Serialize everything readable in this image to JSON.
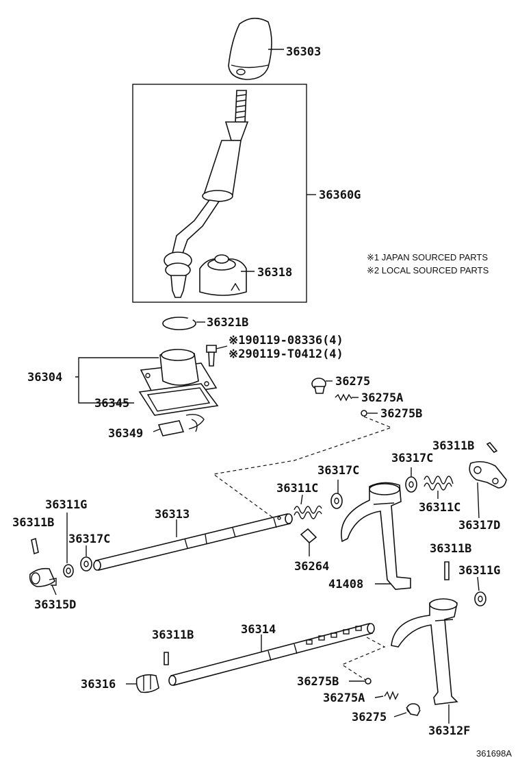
{
  "labels": {
    "p36303": "36303",
    "p36360G": "36360G",
    "p36318": "36318",
    "p36321B": "36321B",
    "bolt1": "※190119-08336(4)",
    "bolt2": "※290119-T0412(4)",
    "p36304": "36304",
    "p36345": "36345",
    "p36349": "36349",
    "p36275_top": "36275",
    "p36275A_top": "36275A",
    "p36275B_top": "36275B",
    "p36311B_topright": "36311B",
    "p36317C_right": "36317C",
    "p36317C_mid": "36317C",
    "p36311C_mid": "36311C",
    "p36311C_right": "36311C",
    "p36317D": "36317D",
    "p36311G_left": "36311G",
    "p36311B_left": "36311B",
    "p36313": "36313",
    "p36317C_left": "36317C",
    "p36315D": "36315D",
    "p36264": "36264",
    "p41408": "41408",
    "p36311B_right": "36311B",
    "p36311G_right": "36311G",
    "p36311B_lower": "36311B",
    "p36314": "36314",
    "p36316": "36316",
    "p36275B_bot": "36275B",
    "p36275A_bot": "36275A",
    "p36275_bot": "36275",
    "p36312F": "36312F"
  },
  "notes": {
    "note1": "※1 JAPAN SOURCED PARTS",
    "note2": "※2 LOCAL SOURCED PARTS"
  },
  "figure_code": "361698A"
}
